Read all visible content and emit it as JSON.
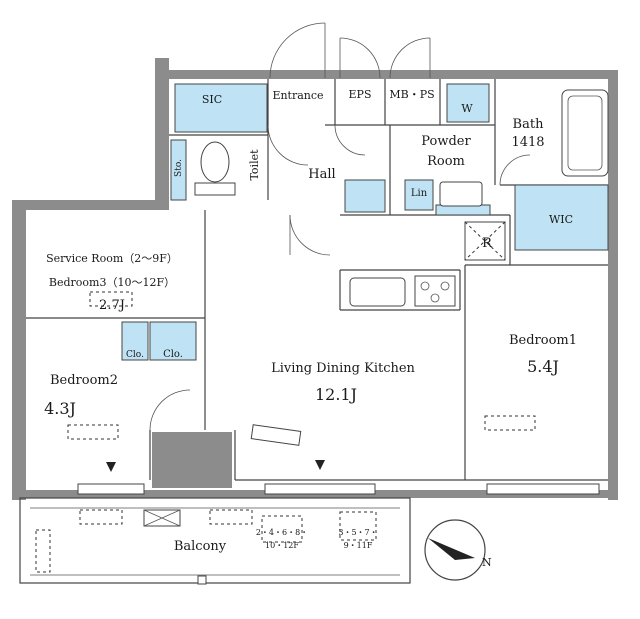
{
  "rooms": {
    "sic": "SIC",
    "entrance": "Entrance",
    "eps": "EPS",
    "mbps": "MB・PS",
    "washer": "W",
    "bath_name": "Bath",
    "bath_size": "1418",
    "powder_line1": "Powder",
    "powder_line2": "Room",
    "toilet": "Toilet",
    "storage": "Sto.",
    "hall": "Hall",
    "linen": "Lin",
    "refrigerator": "R",
    "wic": "WIC",
    "service_line1": "Service Room（2～9F）",
    "service_line2": "Bedroom3（10～12F）",
    "service_size": "2.7J",
    "closet1": "Clo.",
    "closet2": "Clo.",
    "bedroom2_name": "Bedroom2",
    "bedroom2_size": "4.3J",
    "ldk_name": "Living Dining Kitchen",
    "ldk_size": "12.1J",
    "bedroom1_name": "Bedroom1",
    "bedroom1_size": "5.4J",
    "balcony": "Balcony",
    "note_a1": "2・4・6・8・",
    "note_a2": "10・12F",
    "note_b1": "3・5・7・",
    "note_b2": "9・11F"
  },
  "compass": {
    "label": "N"
  }
}
